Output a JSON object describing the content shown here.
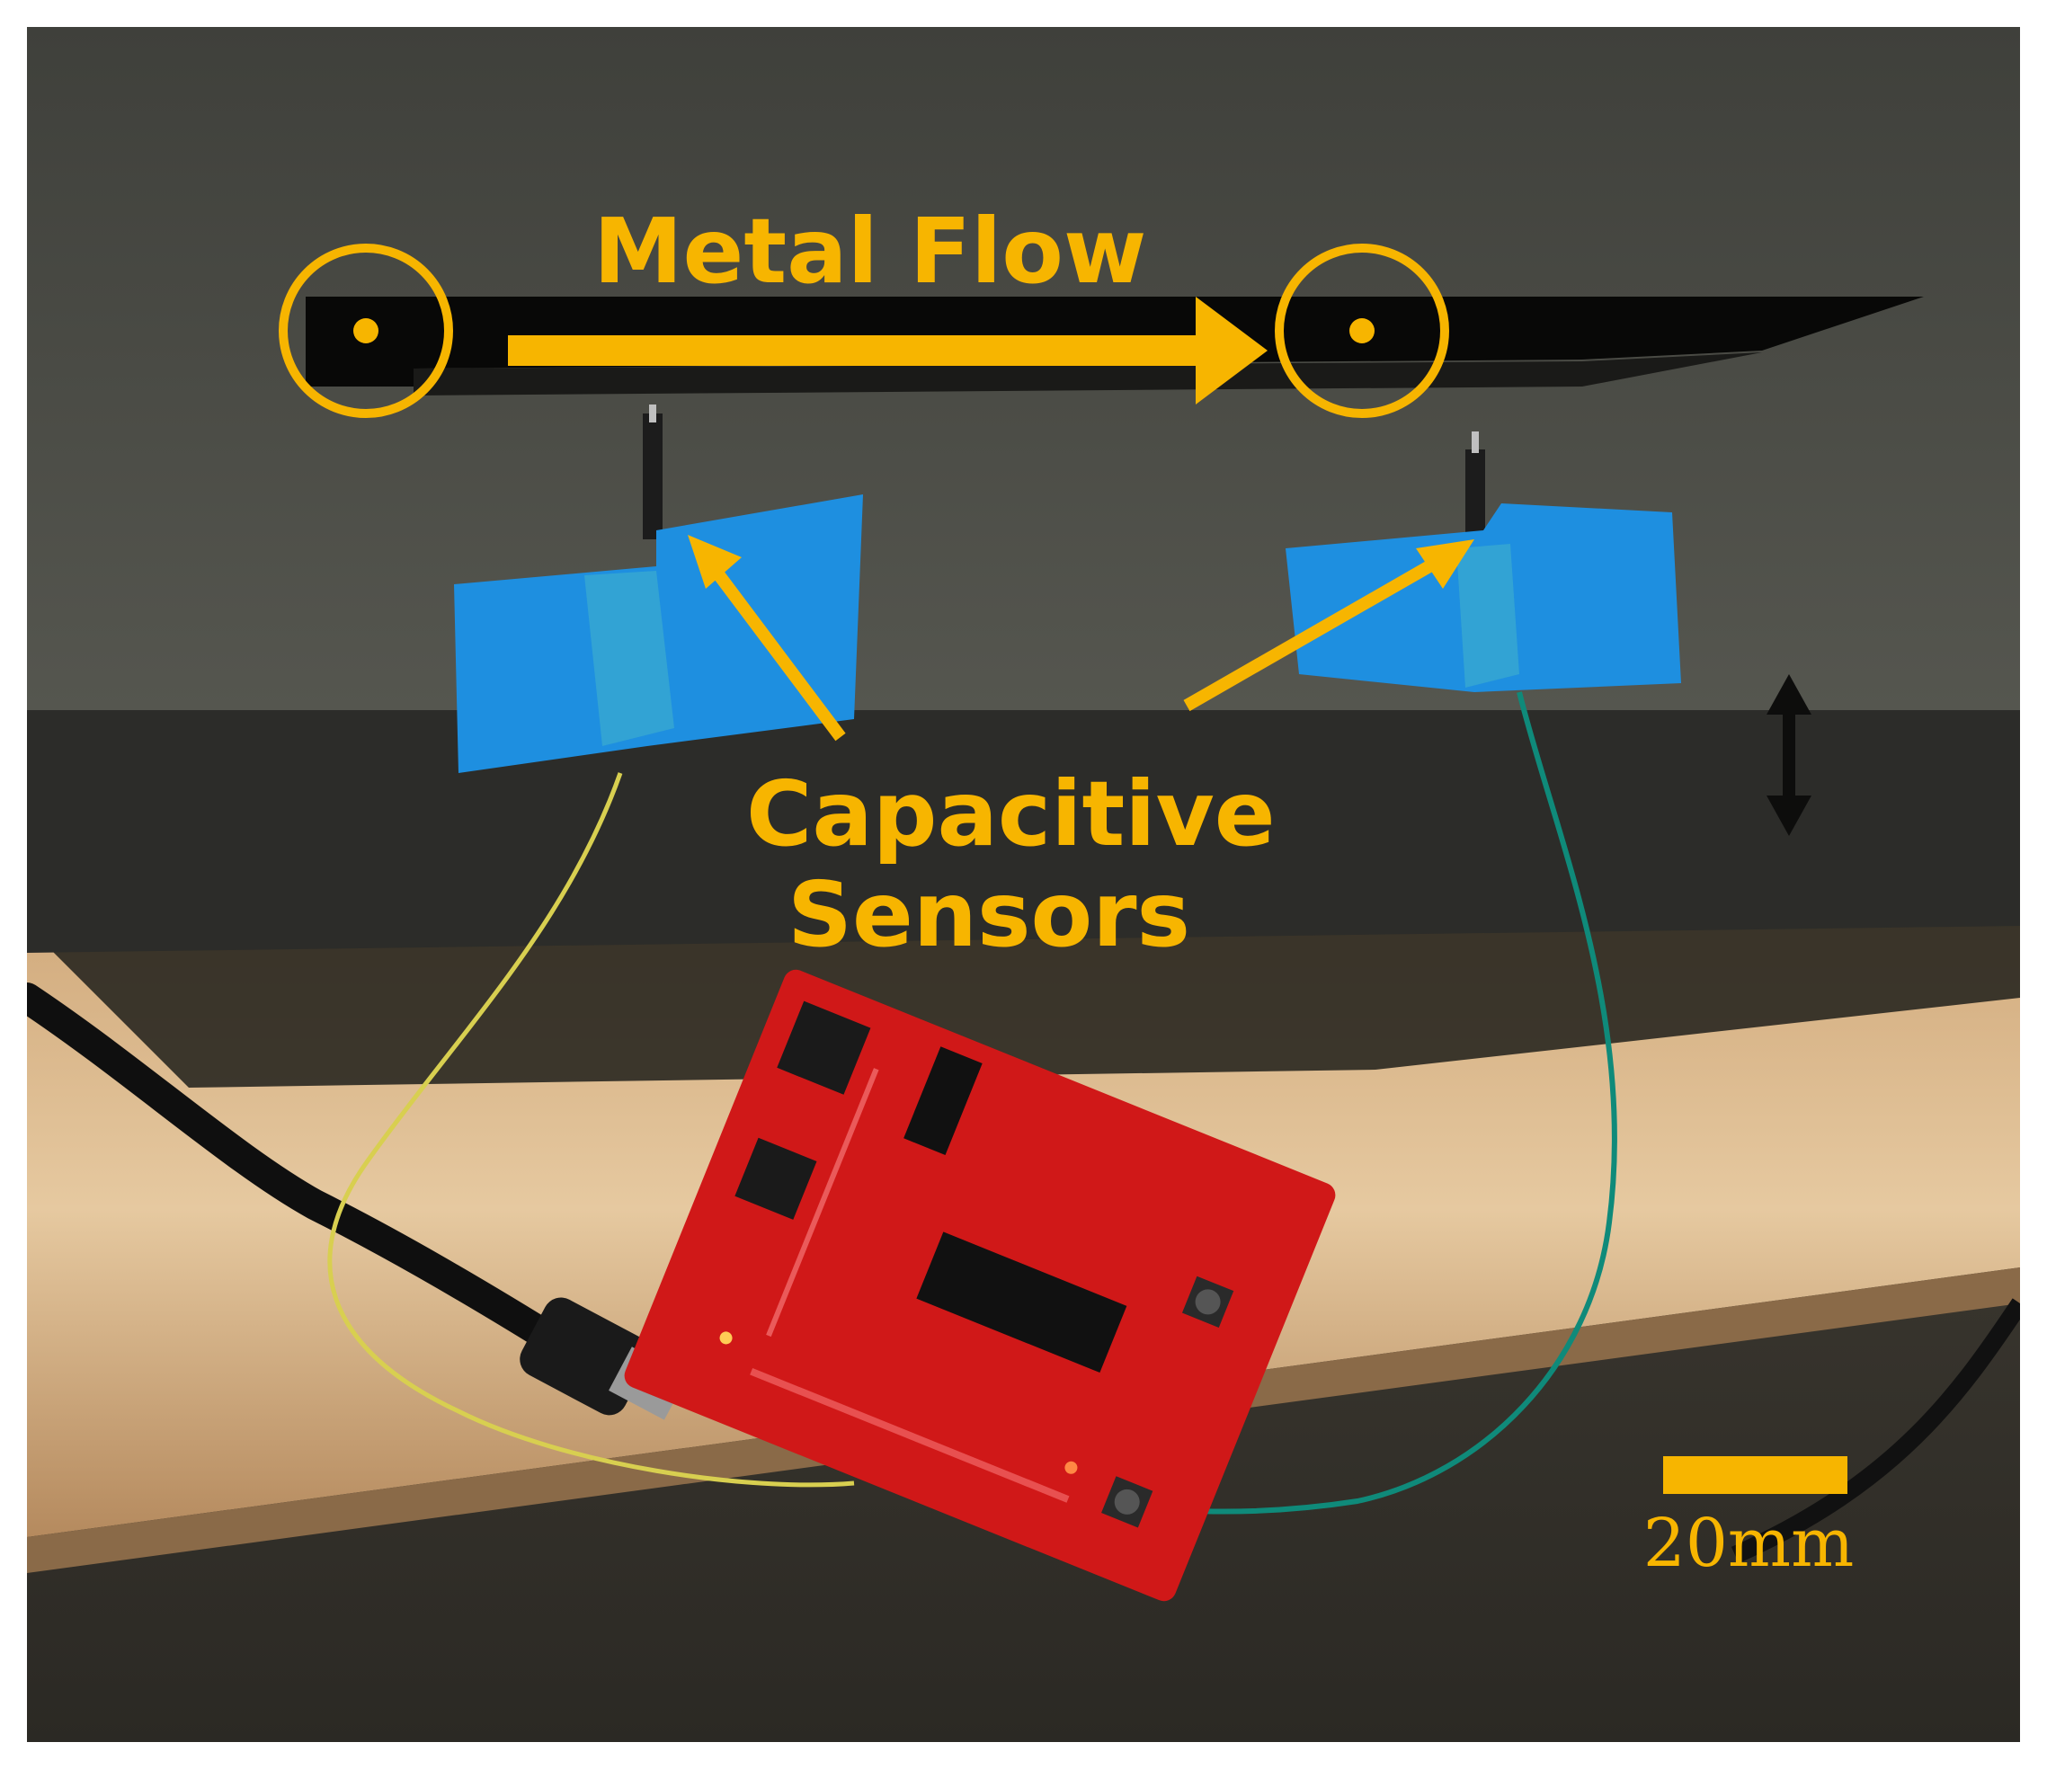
{
  "annotations": {
    "metal_flow": "Metal Flow",
    "capacitive_sensors": "Capacitive Sensors",
    "scale_bar": "20mm"
  },
  "colors": {
    "annotation": "#f7b500",
    "foam": "#4f4f49",
    "foam_shadow": "#2a2a27",
    "tape": "#1e90e0",
    "board": "#d01818",
    "bench": "#d9bc8c",
    "wire_yellow": "#d8cf50",
    "wire_green": "#0f8a7a",
    "cable": "#111111"
  },
  "icons": [
    "sensor-circle-icon",
    "flow-arrow-icon",
    "pointer-arrow-icon",
    "scale-bar-icon"
  ]
}
